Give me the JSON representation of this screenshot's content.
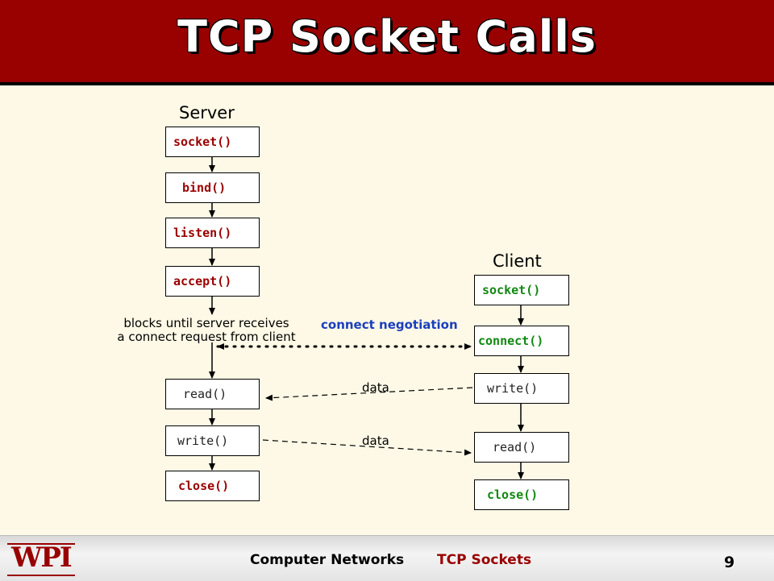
{
  "slide": {
    "title": "TCP Socket Calls"
  },
  "server": {
    "label": "Server",
    "calls": {
      "socket": "socket()",
      "bind": "bind()",
      "listen": "listen()",
      "accept": "accept()",
      "read": "read()",
      "write": "write()",
      "close": "close()"
    },
    "blocks_note_line1": "blocks until server receives",
    "blocks_note_line2": "a connect request from client"
  },
  "client": {
    "label": "Client",
    "calls": {
      "socket": "socket()",
      "connect": "connect()",
      "write": "write()",
      "read": "read()",
      "close": "close()"
    }
  },
  "exchange": {
    "connect_negotiation": "connect negotiation",
    "data_label_1": "data",
    "data_label_2": "data"
  },
  "colors": {
    "header": "#990000",
    "server_call_text": "#990000",
    "client_call_text": "#118811",
    "negotiation_text": "#1a3fbf"
  },
  "footer": {
    "logo_text": "WPI",
    "course": "Computer Networks",
    "topic": "TCP Sockets",
    "page_number": "9"
  }
}
